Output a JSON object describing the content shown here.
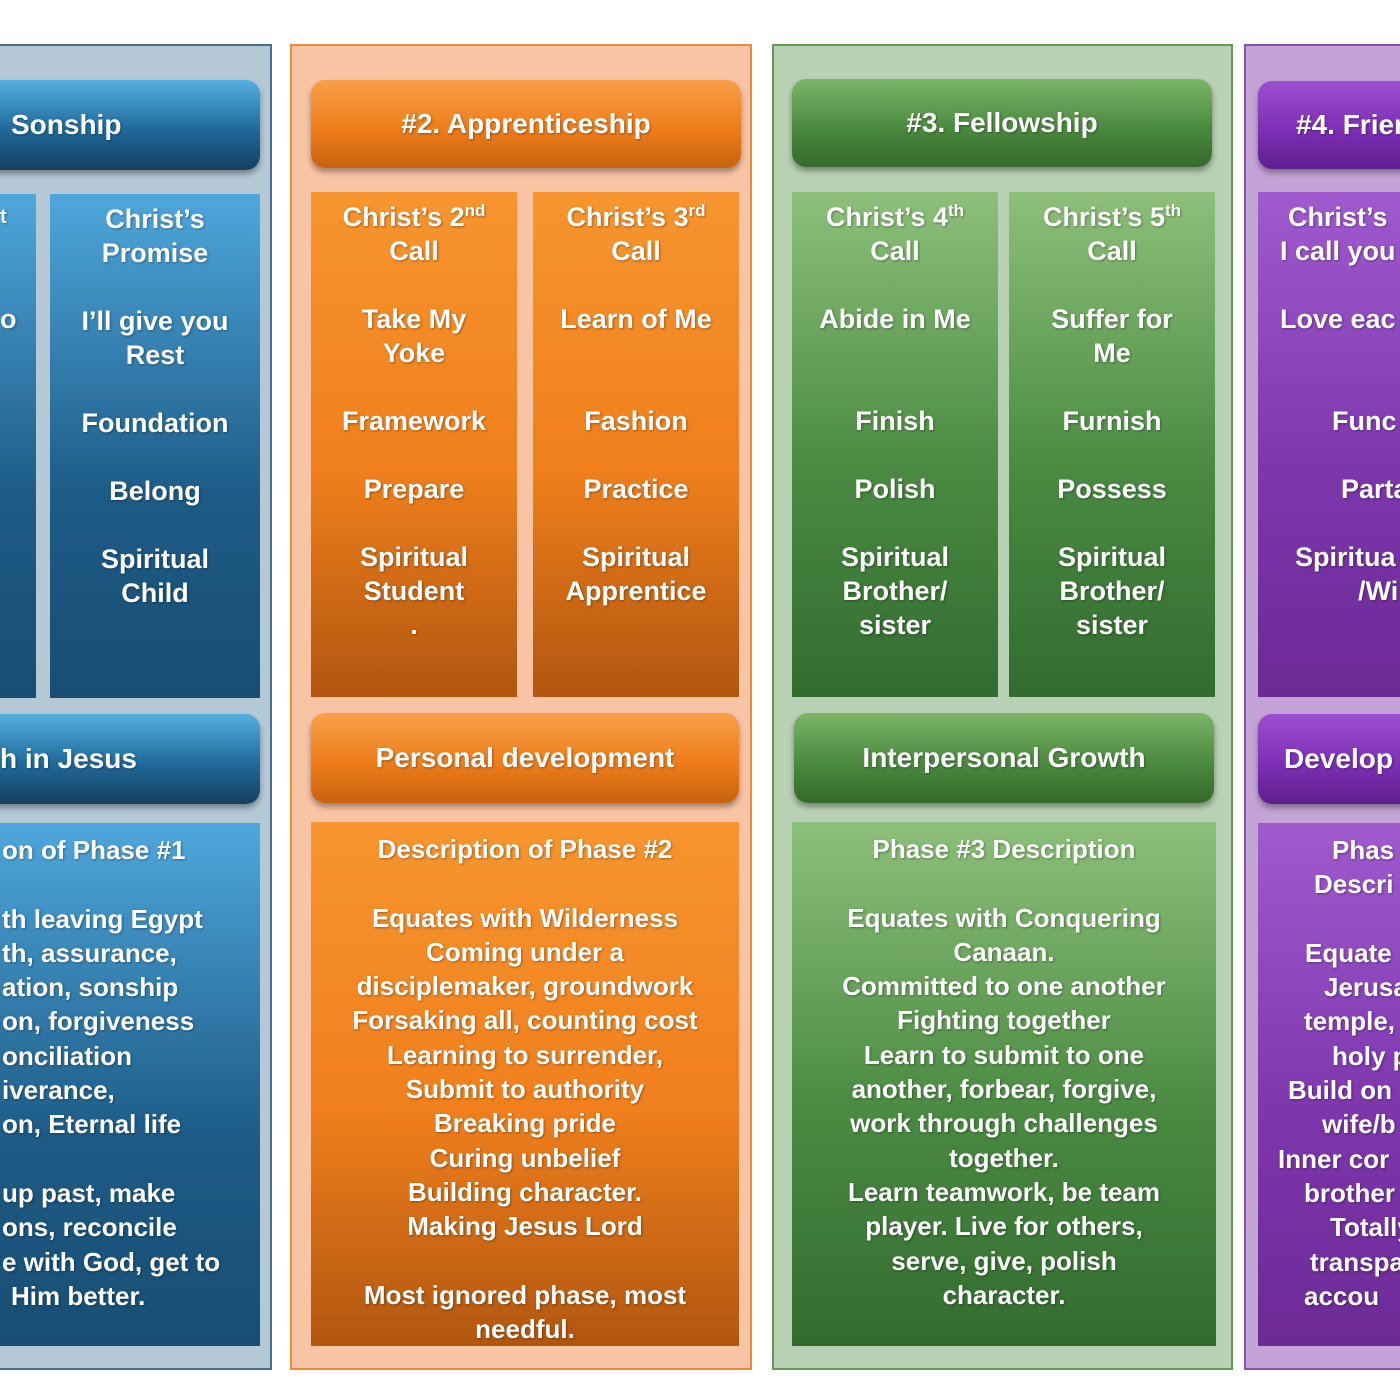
{
  "phase1": {
    "title": "Sonship",
    "call_col_fragment": "t",
    "call_col_item_fragment": "o",
    "promise": {
      "head": [
        "Christ’s",
        "Promise"
      ],
      "item": [
        "I’ll give you",
        "Rest"
      ],
      "f_word": "Foundation",
      "verb": "Belong",
      "identity": [
        "Spiritual",
        "Child"
      ]
    },
    "subtitle": "h in Jesus",
    "description_lines": [
      "on of Phase #1",
      "",
      "th leaving Egypt",
      "th, assurance,",
      "ation, sonship",
      "on, forgiveness",
      "onciliation",
      "iverance,",
      "on, Eternal life",
      "",
      "up past, make",
      "ons, reconcile",
      "e with God, get to",
      "Him better."
    ]
  },
  "phase2": {
    "title": "#2. Apprenticeship",
    "col_a": {
      "head_pre": "Christ’s 2",
      "head_sup": "nd",
      "head_line2": "Call",
      "item": [
        "Take My",
        "Yoke"
      ],
      "f_word": "Framework",
      "verb": "Prepare",
      "identity": [
        "Spiritual",
        "Student",
        "."
      ]
    },
    "col_b": {
      "head_pre": "Christ’s 3",
      "head_sup": "rd",
      "head_line2": "Call",
      "item": [
        "Learn of Me"
      ],
      "f_word": "Fashion",
      "verb": "Practice",
      "identity": [
        "Spiritual",
        "Apprentice"
      ]
    },
    "subtitle": "Personal development",
    "description_lines": [
      "Description of Phase #2",
      "",
      "Equates with Wilderness",
      "Coming under a",
      "disciplemaker,  groundwork",
      "Forsaking all, counting cost",
      "Learning to surrender,",
      "Submit to authority",
      "Breaking pride",
      "Curing unbelief",
      "Building character.",
      "Making Jesus Lord",
      "",
      "Most ignored phase, most",
      "needful."
    ]
  },
  "phase3": {
    "title": "#3. Fellowship",
    "col_a": {
      "head_pre": "Christ’s 4",
      "head_sup": "th",
      "head_line2": "Call",
      "item": [
        "Abide in Me"
      ],
      "f_word": "Finish",
      "verb": "Polish",
      "identity": [
        "Spiritual",
        "Brother/",
        "sister"
      ]
    },
    "col_b": {
      "head_pre": "Christ’s 5",
      "head_sup": "th",
      "head_line2": "Call",
      "item": [
        "Suffer for",
        "Me"
      ],
      "f_word": "Furnish",
      "verb": "Possess",
      "identity": [
        "Spiritual",
        "Brother/",
        "sister"
      ]
    },
    "subtitle": "Interpersonal Growth",
    "description_lines": [
      "Phase #3 Description",
      "",
      "Equates with Conquering",
      "Canaan.",
      "Committed to one another",
      "Fighting together",
      "Learn to submit to one",
      "another, forbear, forgive,",
      "work through challenges",
      "together.",
      "Learn teamwork, be team",
      "player. Live for others,",
      "serve, give, polish",
      "character."
    ]
  },
  "phase4": {
    "title": "#4. Frier",
    "col": {
      "head": [
        "Christ’s",
        "I call you"
      ],
      "item": [
        "Love eac"
      ],
      "f_word": "Func",
      "verb": "Parta",
      "identity": [
        "Spiritua",
        "/Wi"
      ]
    },
    "subtitle": "Develop C",
    "description_lines": [
      "Phas",
      "Descri",
      "",
      "Equate",
      "Jerusa",
      "temple,",
      "holy p",
      "Build on",
      "wife/b",
      "Inner cor",
      "brother",
      "Totally",
      "transpa",
      "accou"
    ]
  },
  "colors": {
    "blue": "#1d5b86",
    "orange": "#f07f1c",
    "green": "#4a8a42",
    "purple": "#7e36ad"
  }
}
